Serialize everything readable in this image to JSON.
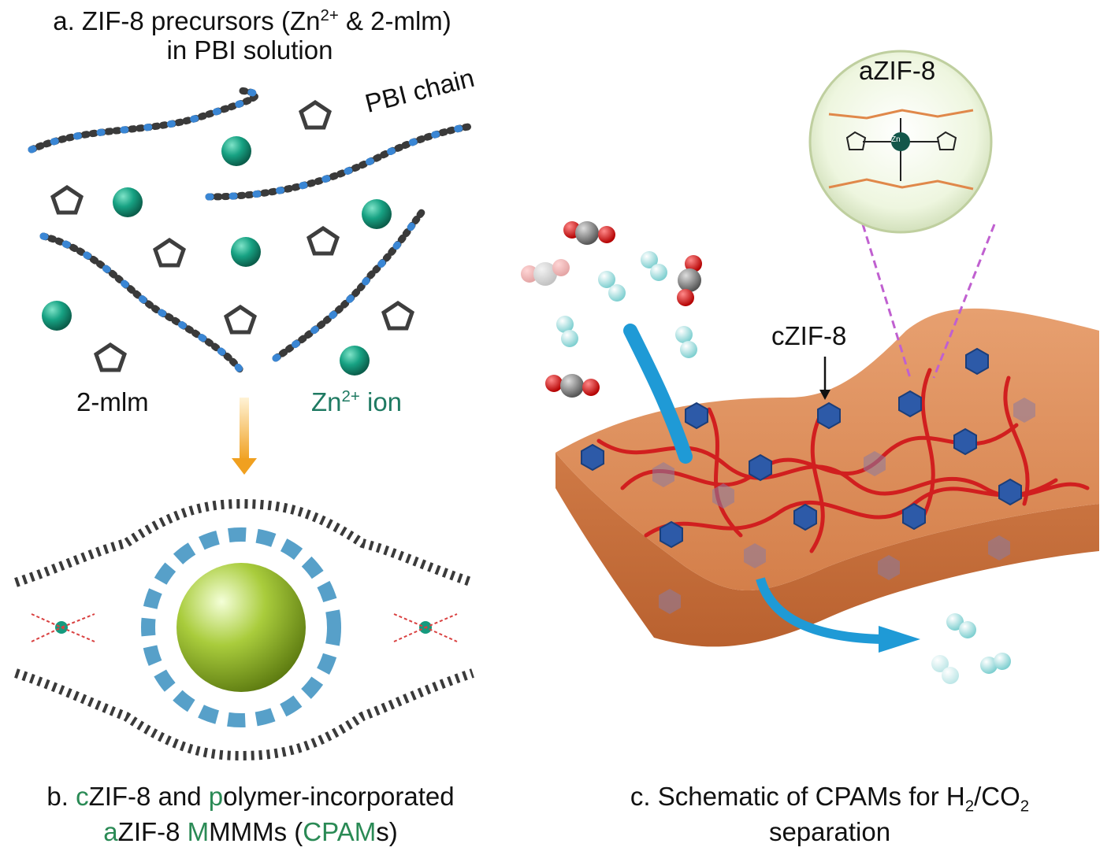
{
  "panel_a": {
    "title_prefix": "a. ZIF-8 precursors (Zn",
    "title_sup": "2+",
    "title_suffix": " & 2-mlm)",
    "title_line2": "in PBI solution",
    "pbi_chain_label": "PBI chain",
    "mim_label": "2-mlm",
    "zn_label_base": "Zn",
    "zn_label_sup": "2+",
    "zn_label_suffix": " ion"
  },
  "panel_b": {
    "c": "c",
    "zif": "ZIF-8 and ",
    "p": "p",
    "rest1": "olymer-incorporated",
    "a": "a",
    "zif2": "ZIF-8 ",
    "m": "M",
    "mmms": "MMMs (",
    "cpam": "CPAM",
    "tail": "s)"
  },
  "panel_c": {
    "line1_prefix": "c. Schematic of CPAMs for H",
    "sub1": "2",
    "slash": "/CO",
    "sub2": "2",
    "line2": "separation",
    "azif_label": "aZIF-8",
    "czif_label": "cZIF-8",
    "zn_atom": "Zn"
  },
  "colors": {
    "zinc": "#159a7e",
    "membrane": "#d98a55",
    "polymer": "#d11f1f",
    "zif_crystal": "#2d5aa8",
    "flow_arrow": "#1f9ad6",
    "gray_carbon": "#4a4a4a",
    "nitrogen": "#3a86d4",
    "purple_end": "#7a48b0"
  }
}
